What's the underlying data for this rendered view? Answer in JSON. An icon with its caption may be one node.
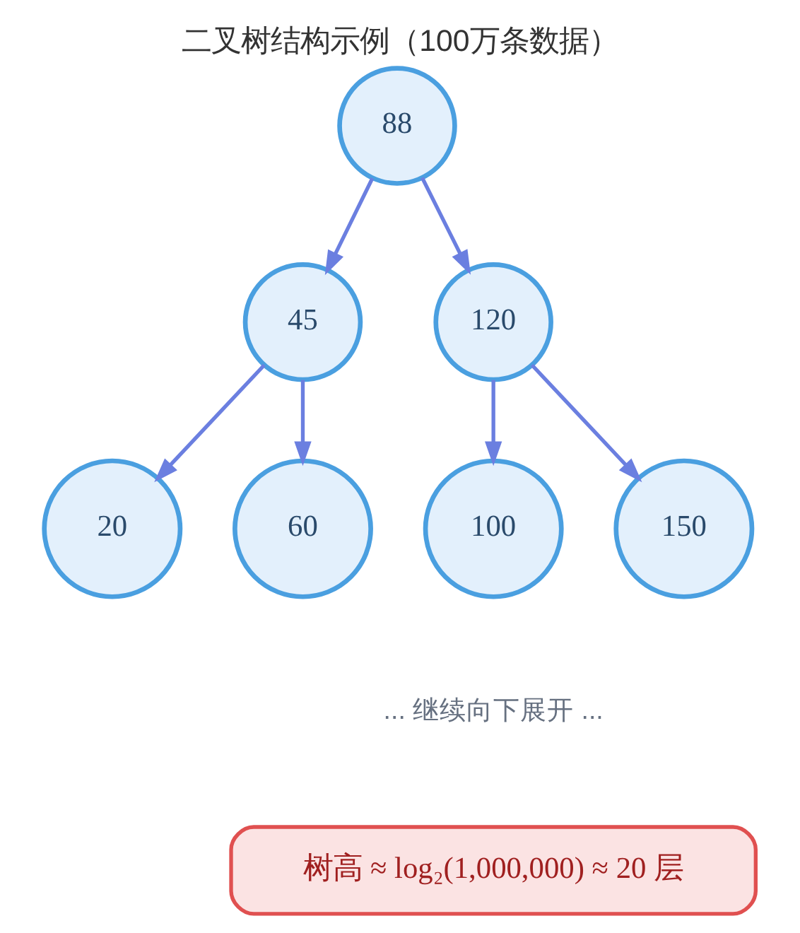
{
  "diagram": {
    "title": "二叉树结构示例（100万条数据）",
    "nodes": [
      {
        "text": [
          "88"
        ]
      },
      {
        "text": [
          "45"
        ]
      },
      {
        "text": [
          "120"
        ]
      },
      {
        "text": [
          "20"
        ]
      },
      {
        "text": [
          "60"
        ]
      },
      {
        "text": [
          "100"
        ]
      },
      {
        "text": [
          "150"
        ]
      },
      {
        "text": [
          "树高 ≈ log₂(1,000,000) ≈ 20 层"
        ]
      }
    ],
    "edges": [
      {
        "from": 0,
        "to": 1,
        "arrow": "to"
      },
      {
        "from": 0,
        "to": 2,
        "arrow": "to"
      },
      {
        "from": 1,
        "to": 3,
        "arrow": "to"
      },
      {
        "from": 1,
        "to": 4,
        "arrow": "to"
      },
      {
        "from": 2,
        "to": 5,
        "arrow": "to"
      },
      {
        "from": 2,
        "to": 6,
        "arrow": "to"
      }
    ],
    "labels": [
      "... 继续向下展开 ..."
    ]
  }
}
